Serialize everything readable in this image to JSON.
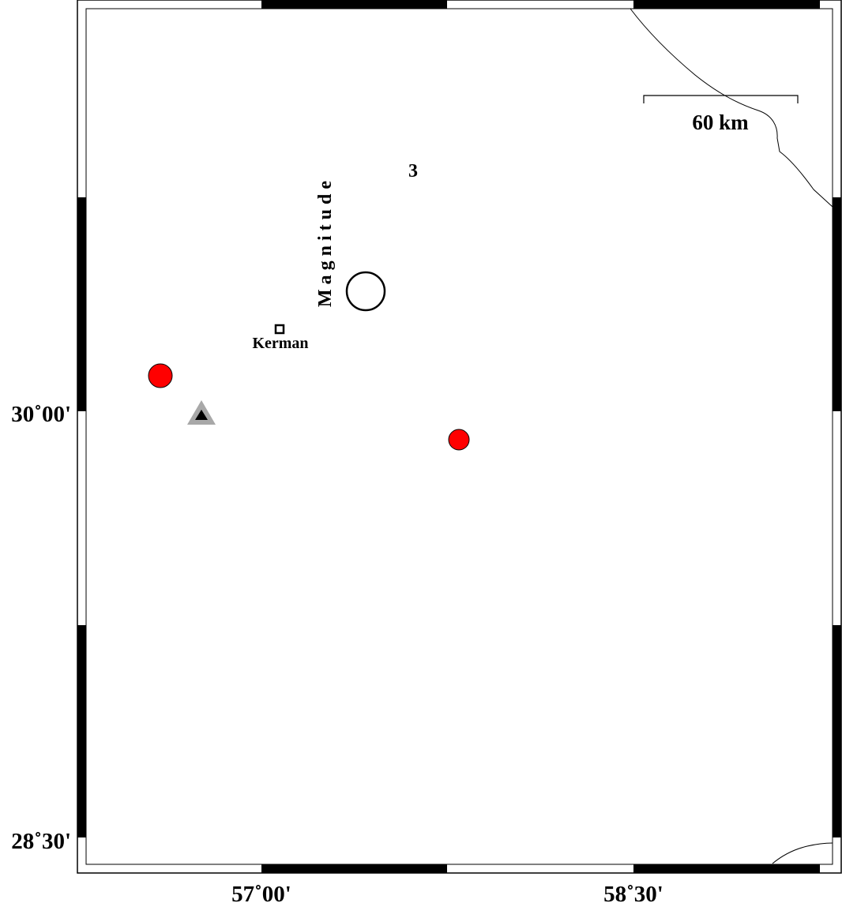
{
  "map": {
    "axis_labels": {
      "lon": [
        "57˚00'",
        "58˚30'"
      ],
      "lat": [
        "30˚00'",
        "28˚30'"
      ]
    },
    "scale_bar": {
      "label": "60 km"
    },
    "legend": {
      "title": "Magnitude",
      "value_label": "3"
    },
    "city": {
      "name": "Kerman"
    },
    "events": [
      {
        "id": "event-1",
        "color": "#ff0000"
      },
      {
        "id": "event-2",
        "color": "#ff0000"
      }
    ],
    "station": {
      "fill": "#000000",
      "halo": "#a8a8a8"
    },
    "colors": {
      "frame": "#000000",
      "coastline": "#000000",
      "background": "#ffffff"
    }
  }
}
